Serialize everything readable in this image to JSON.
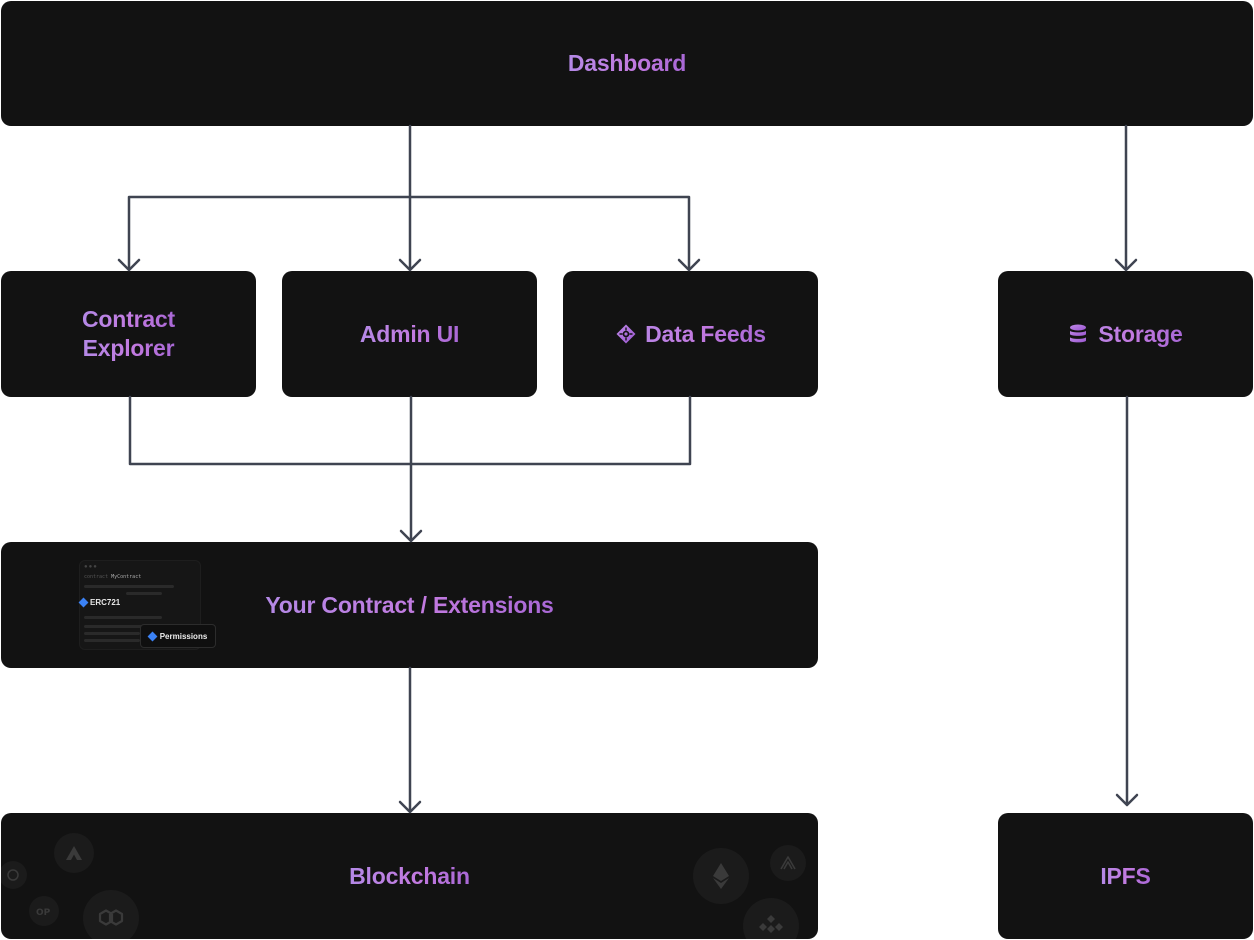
{
  "nodes": {
    "dashboard": {
      "label": "Dashboard"
    },
    "contract_explorer": {
      "label_line1": "Contract",
      "label_line2": "Explorer"
    },
    "admin_ui": {
      "label": "Admin UI"
    },
    "data_feeds": {
      "label": "Data Feeds",
      "icon": "hexagon-network-icon"
    },
    "storage": {
      "label": "Storage",
      "icon": "database-stack-icon"
    },
    "your_contract": {
      "label": "Your Contract / Extensions",
      "preview": {
        "code_keyword": "contract",
        "code_name": "MyContract",
        "chip": "ERC721",
        "popover": "Permissions"
      }
    },
    "blockchain": {
      "label": "Blockchain",
      "chain_icons": [
        "avalanche-icon",
        "optimism-icon",
        "polygon-icon",
        "coin-icon",
        "ethereum-icon",
        "fantom-icon",
        "binance-icon"
      ]
    },
    "ipfs": {
      "label": "IPFS"
    }
  },
  "colors": {
    "background": "#ffffff",
    "node_fill": "#121212",
    "label_gradient_start": "#b489e6",
    "label_gradient_end": "#a968d6",
    "connector": "#3f4451",
    "badge_blue": "#3b82f6"
  }
}
